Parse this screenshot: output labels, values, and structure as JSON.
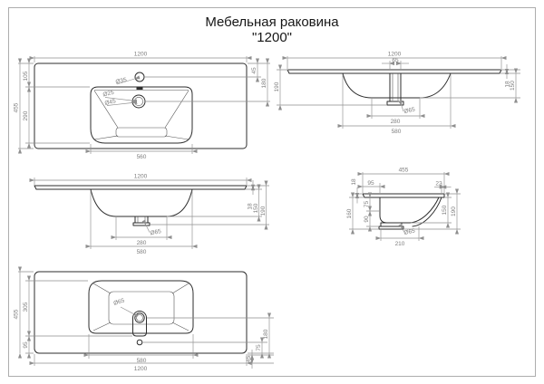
{
  "title": {
    "line1": "Мебельная раковина",
    "line2": "\"1200\""
  },
  "colors": {
    "background": "#ffffff",
    "object_line": "#2e2e2e",
    "dimension_line": "#8f8f8f",
    "dimension_text": "#7d7d7d",
    "title_text": "#161616"
  },
  "views": {
    "plan": {
      "width": "1200",
      "depth": "455",
      "deck_to_bowl": "105",
      "bowl_depth": "290",
      "faucet_offset": "45",
      "drain_offset": "180",
      "bowl_width": "560",
      "faucet_hole": "Ø35",
      "overflow_hole": "Ø25",
      "drain_hole": "Ø45"
    },
    "front_section": {
      "width": "1200",
      "drain_neck": "65",
      "total_height": "190",
      "rim_thickness": "18",
      "bowl_height": "150",
      "drain_hole": "Ø65",
      "bottom_width": "280",
      "bowl_width": "580"
    },
    "front": {
      "width": "1200",
      "rim_thickness": "18",
      "bowl_height": "150",
      "total_height": "190",
      "drain_hole": "Ø65",
      "bottom_width": "280",
      "bowl_width": "580"
    },
    "side_section": {
      "depth": "455",
      "front_ledge": "95",
      "back_ledge": "22",
      "rim_thickness": "18",
      "height": "160",
      "wall_top": "75",
      "wall_bottom": "90",
      "bowl_height": "150",
      "total_height": "190",
      "drain_hole": "Ø65",
      "bottom_depth": "210"
    },
    "bottom": {
      "depth": "455",
      "bowl_depth": "305",
      "front_offset": "95",
      "drain_hole": "Ø65",
      "drain_offset": "180",
      "faucet_offset": "75",
      "bowl_width": "580",
      "width": "1200",
      "edge_offset": "45"
    }
  }
}
